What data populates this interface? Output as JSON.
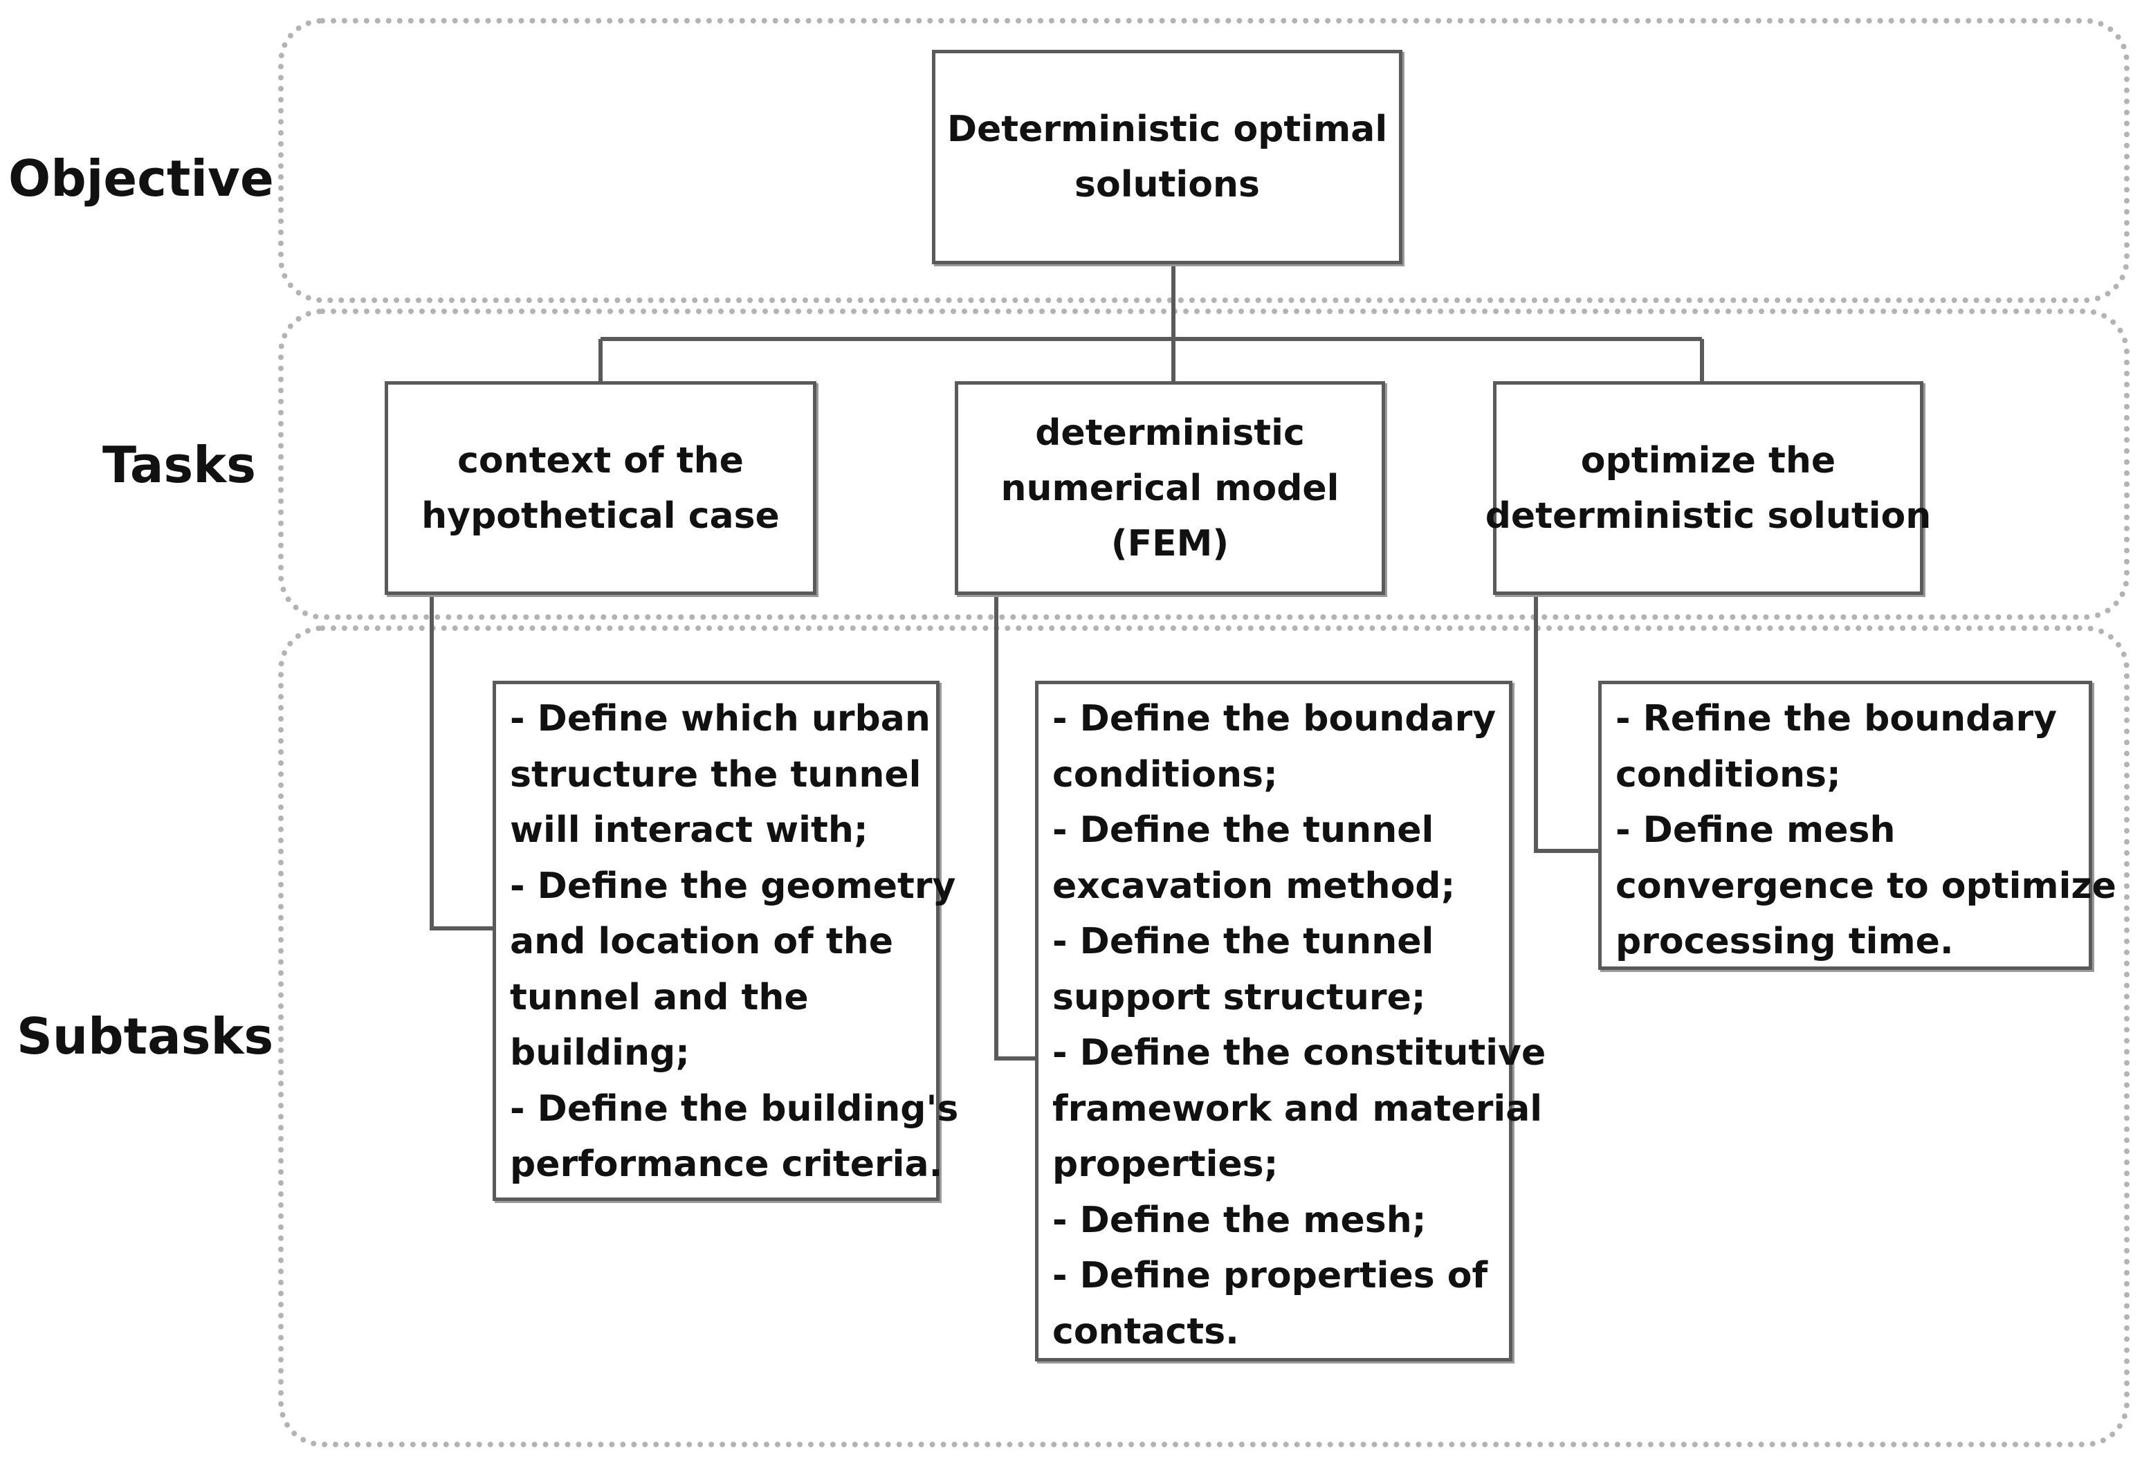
{
  "levels": {
    "objective": "Objective",
    "tasks": "Tasks",
    "subtasks": "Subtasks"
  },
  "objective_box": {
    "lines": [
      "Deterministic optimal",
      "solutions"
    ]
  },
  "tasks": [
    {
      "lines": [
        "context of the",
        "hypothetical case"
      ]
    },
    {
      "lines": [
        "deterministic",
        "numerical model",
        "(FEM)"
      ]
    },
    {
      "lines": [
        "optimize the",
        "deterministic solution"
      ]
    }
  ],
  "subtasks": [
    {
      "lines": [
        "- Define which urban",
        "structure the tunnel",
        "will interact with;",
        "- Define the geometry",
        "and location of the",
        "tunnel and the",
        "building;",
        "- Define the building's",
        "performance criteria."
      ]
    },
    {
      "lines": [
        "- Define the boundary",
        "conditions;",
        "- Define the tunnel",
        "excavation method;",
        "- Define the tunnel",
        "support structure;",
        "- Define the constitutive",
        "framework and material",
        "properties;",
        "- Define the mesh;",
        "- Define properties of",
        "contacts."
      ]
    },
    {
      "lines": [
        "- Refine the boundary",
        "conditions;",
        "- Define mesh",
        "convergence to optimize",
        "processing time."
      ]
    }
  ]
}
